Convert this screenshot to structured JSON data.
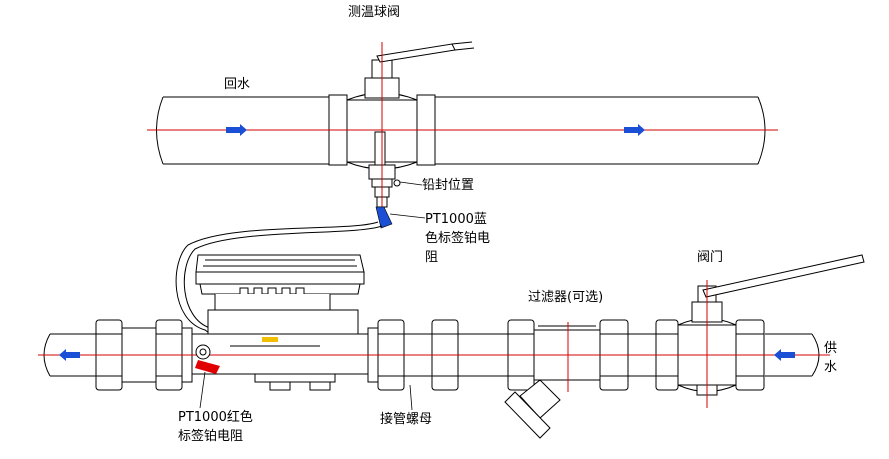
{
  "labels": {
    "valve_top": "测温球阀",
    "return_water": "回水",
    "seal_position": "铅封位置",
    "pt_blue_1": "PT1000蓝",
    "pt_blue_2": "色标签铂电",
    "pt_blue_3": "阻",
    "valve_right": "阀门",
    "filter": "过滤器(可选)",
    "supply_1": "供",
    "supply_2": "水",
    "pt_red_1": "PT1000红色",
    "pt_red_2": "标签铂电阻",
    "nut": "接管螺母"
  },
  "colors": {
    "axis": "#d40000",
    "outline": "#000000",
    "flow_arrow": "#1a4fd6",
    "blue_sensor": "#1a4fd6",
    "red_sensor": "#e00000",
    "meter_label": "#f0c000"
  }
}
